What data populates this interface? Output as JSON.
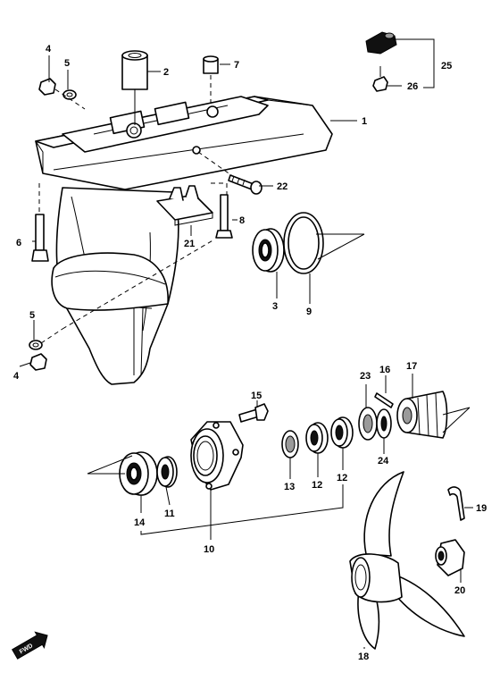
{
  "callouts": {
    "c1": "1",
    "c2": "2",
    "c3": "3",
    "c4a": "4",
    "c4b": "4",
    "c5a": "5",
    "c5b": "5",
    "c6": "6",
    "c7": "7",
    "c8": "8",
    "c9": "9",
    "c10": "10",
    "c11": "11",
    "c12a": "12",
    "c12b": "12",
    "c13": "13",
    "c14": "14",
    "c15": "15",
    "c16": "16",
    "c17": "17",
    "c18": "18",
    "c19": "19",
    "c20": "20",
    "c21": "21",
    "c22": "22",
    "c23": "23",
    "c24": "24",
    "c25": "25",
    "c26": "26"
  },
  "fwd_marker": "FWD",
  "colors": {
    "line": "#000000",
    "background": "#ffffff"
  }
}
